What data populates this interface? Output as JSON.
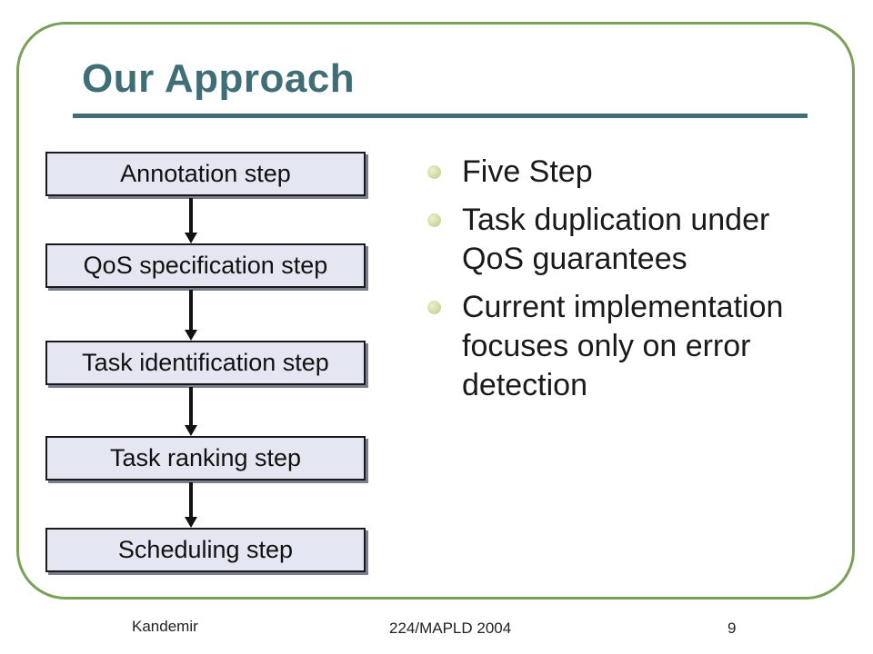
{
  "slide": {
    "title": "Our Approach"
  },
  "flow": {
    "steps": [
      "Annotation step",
      "QoS specification step",
      "Task identification step",
      "Task ranking step",
      "Scheduling step"
    ]
  },
  "bullets": [
    "Five Step",
    "Task duplication under QoS guarantees",
    "Current implementation focuses only on error detection"
  ],
  "footer": {
    "author": "Kandemir",
    "event": "224/MAPLD 2004",
    "page_number": "9"
  },
  "colors": {
    "frame": "#7aa05a",
    "title": "#3f6e76",
    "box_fill": "#e4e6f2",
    "bullet": "#d2d8a2"
  }
}
